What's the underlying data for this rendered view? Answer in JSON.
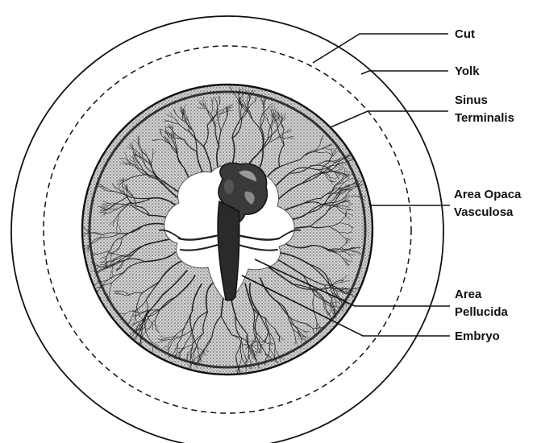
{
  "figure": {
    "background_color": "#ffffff",
    "line_color": "#111111",
    "labels": {
      "cut": "Cut",
      "yolk": "Yolk",
      "sinus_1": "Sinus",
      "sinus_2": "Terminalis",
      "opaca_1": "Area Opaca",
      "opaca_2": "Vasculosa",
      "pellucida_1": "Area",
      "pellucida_2": "Pellucida",
      "embryo": "Embryo"
    }
  }
}
